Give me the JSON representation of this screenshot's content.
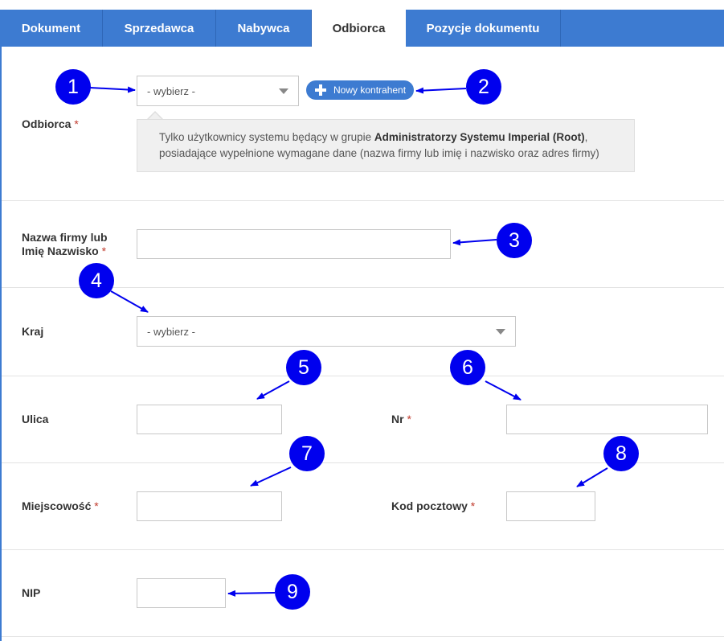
{
  "tabs": [
    {
      "label": "Dokument",
      "active": false
    },
    {
      "label": "Sprzedawca",
      "active": false
    },
    {
      "label": "Nabywca",
      "active": false
    },
    {
      "label": "Odbiorca",
      "active": true
    },
    {
      "label": "Pozycje dokumentu",
      "active": false
    }
  ],
  "odbiorca": {
    "label": "Odbiorca",
    "required_mark": "*",
    "select_value": "- wybierz -",
    "new_button_label": "Nowy kontrahent",
    "hint_before": "Tylko użytkownicy systemu będący w grupie ",
    "hint_bold": "Administratorzy Systemu Imperial (Root)",
    "hint_after": ",",
    "hint_line2": "posiadające wypełnione wymagane dane (nazwa firmy lub imię i nazwisko oraz adres firmy)"
  },
  "nazwa": {
    "label_line1": "Nazwa firmy lub",
    "label_line2": "Imię Nazwisko",
    "required_mark": "*",
    "value": ""
  },
  "kraj": {
    "label": "Kraj",
    "select_value": "- wybierz -"
  },
  "ulica": {
    "label": "Ulica",
    "value": ""
  },
  "nr": {
    "label": "Nr",
    "required_mark": "*",
    "value": ""
  },
  "miejscowosc": {
    "label": "Miejscowość",
    "required_mark": "*",
    "value": ""
  },
  "kod": {
    "label": "Kod pocztowy",
    "required_mark": "*",
    "value": ""
  },
  "nip": {
    "label": "NIP",
    "value": ""
  },
  "callouts": [
    "1",
    "2",
    "3",
    "4",
    "5",
    "6",
    "7",
    "8",
    "9"
  ],
  "colors": {
    "accent": "#3d7bd1",
    "callout": "#0000ee",
    "required": "#c0392b"
  }
}
